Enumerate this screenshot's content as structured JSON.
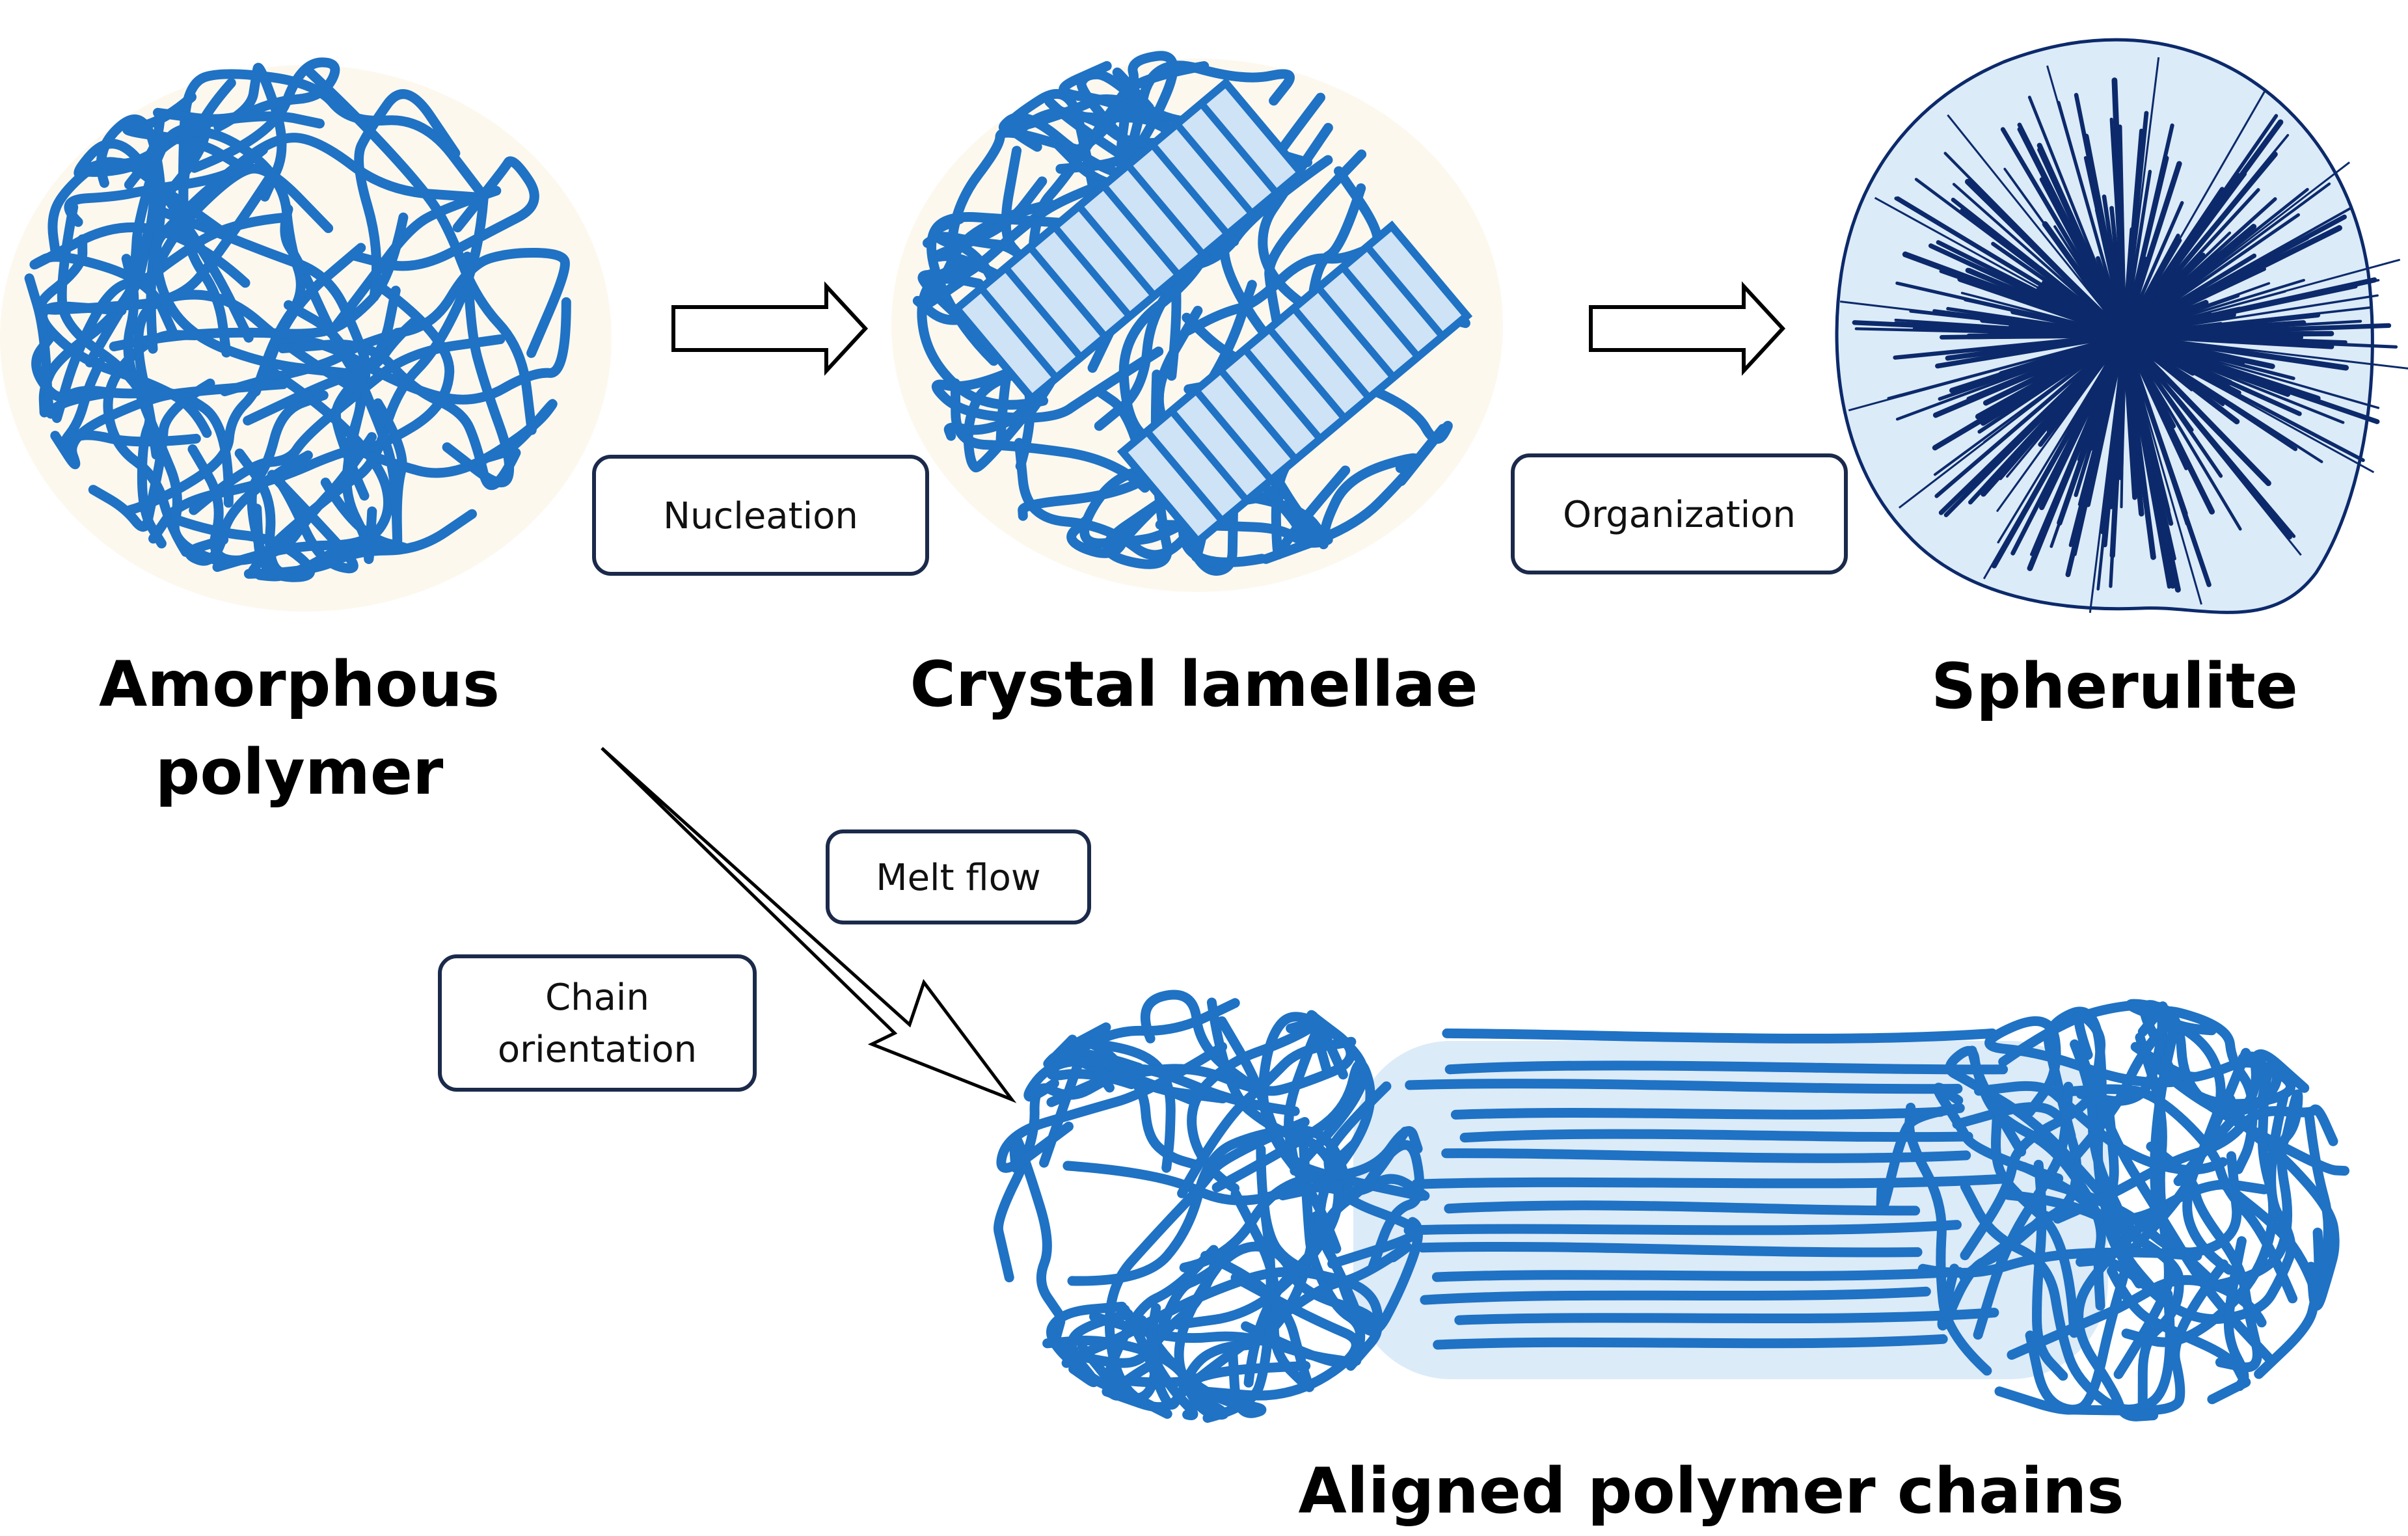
{
  "stages": {
    "amorphous_line1": "Amorphous",
    "amorphous_line2": "polymer",
    "lamellae": "Crystal lamellae",
    "spherulite": "Spherulite",
    "aligned": "Aligned polymer chains"
  },
  "processes": {
    "nucleation": "Nucleation",
    "organization": "Organization",
    "melt_flow": "Melt flow",
    "chain_orientation_line1": "Chain",
    "chain_orientation_line2": "orientation"
  },
  "colors": {
    "chain": "#1f72c4",
    "lamella_fill": "#cfe3f6",
    "spherulite_fill": "#dcebf8",
    "spherulite_rays": "#0c2a6b",
    "halo": "#fdf8ee",
    "box_border": "#1b2a4a"
  }
}
